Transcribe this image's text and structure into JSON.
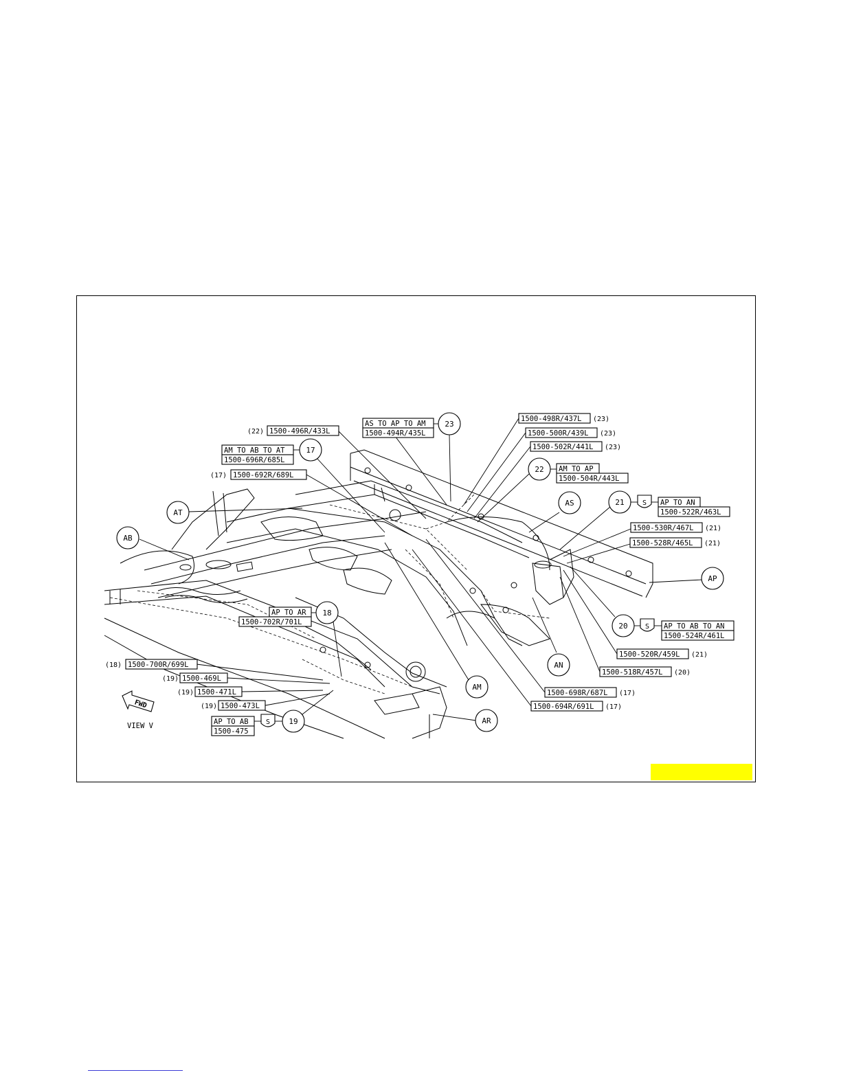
{
  "colors": {
    "highlight": "#ffff00",
    "bottom_rule": "#3b3bd6",
    "line": "#000000"
  },
  "view_label": "VIEW V",
  "fwd_label": "FWD",
  "circle_labels": {
    "ab": "AB",
    "at": "AT",
    "as": "AS",
    "ap": "AP",
    "an": "AN",
    "am": "AM",
    "ar": "AR",
    "c17": "17",
    "c18": "18",
    "c19": "19",
    "c20": "20",
    "c21": "21",
    "c22": "22",
    "c23": "23"
  },
  "shield_label": "S",
  "callouts": {
    "p496": {
      "prefix": "(22)",
      "text": "1500-496R/433L"
    },
    "as_ap_am": {
      "line1": "AS TO AP TO AM",
      "line2": "1500-494R/435L"
    },
    "am_ab_at": {
      "line1": "AM TO AB TO AT",
      "line2": "1500-696R/685L"
    },
    "p692": {
      "prefix": "(17)",
      "text": "1500-692R/689L"
    },
    "p498": {
      "text": "1500-498R/437L",
      "suffix": "(23)"
    },
    "p500": {
      "text": "1500-500R/439L",
      "suffix": "(23)"
    },
    "p502": {
      "text": "1500-502R/441L",
      "suffix": "(23)"
    },
    "am_ap": {
      "line1": "AM TO AP",
      "line2": "1500-504R/443L"
    },
    "ap_an": {
      "line1": "AP TO AN",
      "line2": "1500-522R/463L"
    },
    "p530": {
      "text": "1500-530R/467L",
      "suffix": "(21)"
    },
    "p528": {
      "text": "1500-528R/465L",
      "suffix": "(21)"
    },
    "ap_ab_an": {
      "line1": "AP TO AB TO AN",
      "line2": "1500-524R/461L"
    },
    "p520": {
      "text": "1500-520R/459L",
      "suffix": "(21)"
    },
    "p518": {
      "text": "1500-518R/457L",
      "suffix": "(20)"
    },
    "p698": {
      "text": "1500-698R/687L",
      "suffix": "(17)"
    },
    "p694": {
      "text": "1500-694R/691L",
      "suffix": "(17)"
    },
    "ap_ar": {
      "line1": "AP TO AR",
      "line2": "1500-702R/701L"
    },
    "p700": {
      "prefix": "(18)",
      "text": "1500-700R/699L"
    },
    "p469": {
      "prefix": "(19)",
      "text": "1500-469L"
    },
    "p471": {
      "prefix": "(19)",
      "text": "1500-471L"
    },
    "p473": {
      "prefix": "(19)",
      "text": "1500-473L"
    },
    "ap_ab": {
      "line1": "AP TO AB",
      "line2": "1500-475"
    }
  }
}
